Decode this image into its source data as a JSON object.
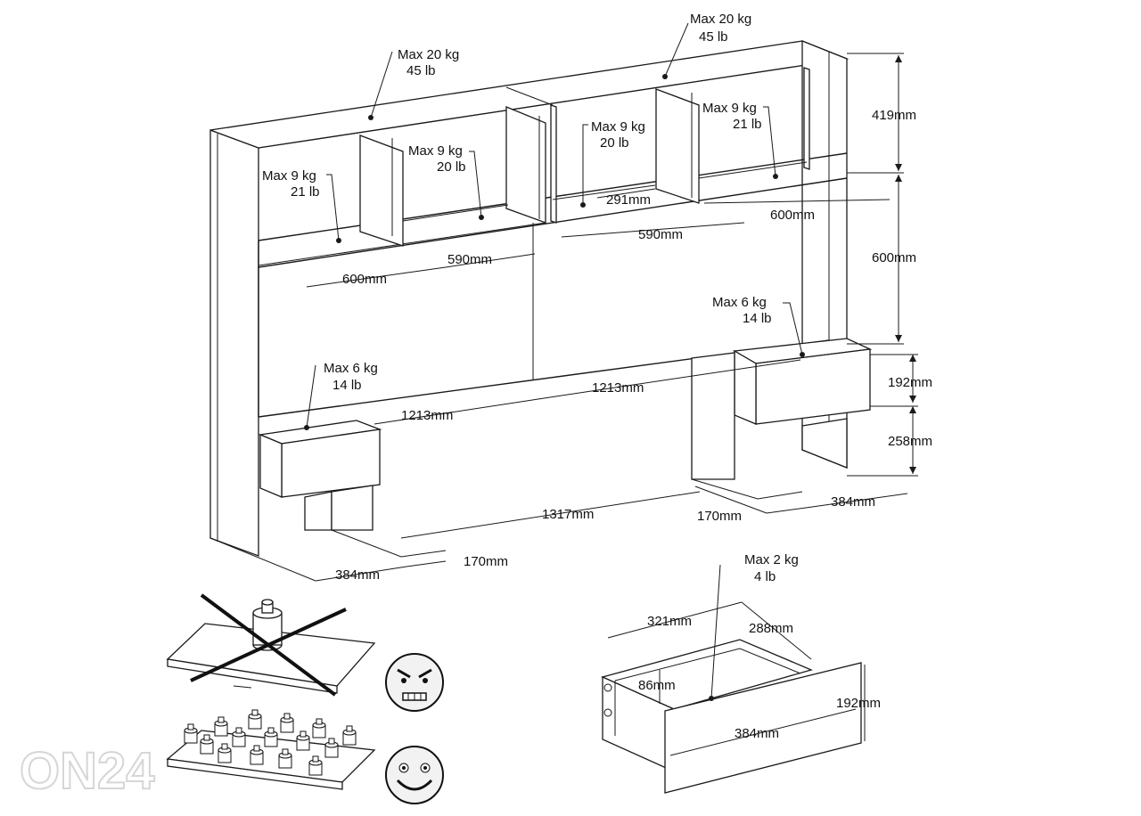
{
  "loads": {
    "top_left_shelf": [
      "Max 20 kg",
      "45 lb"
    ],
    "top_right_shelf": [
      "Max 20 kg",
      "45 lb"
    ],
    "cubby_1": [
      "Max 9 kg",
      "21 lb"
    ],
    "cubby_2": [
      "Max 9 kg",
      "20 lb"
    ],
    "cubby_3": [
      "Max 9 kg",
      "20 lb"
    ],
    "cubby_4": [
      "Max 9 kg",
      "21 lb"
    ],
    "left_drawer": [
      "Max 6 kg",
      "14 lb"
    ],
    "right_drawer": [
      "Max 6 kg",
      "14 lb"
    ],
    "drawer_detail": [
      "Max 2 kg",
      "4 lb"
    ]
  },
  "dimensions": {
    "upper_height": "419mm",
    "middle_height": "600mm",
    "cubby_depth": "291mm",
    "cubby_width_left": "600mm",
    "cubby_width_mid_left": "590mm",
    "cubby_width_mid_right": "590mm",
    "cubby_width_right": "600mm",
    "panel_width_left": "1213mm",
    "panel_width_right": "1213mm",
    "drawer_height": "192mm",
    "leg_height": "258mm",
    "inner_width": "1317mm",
    "side_depth_right": "384mm",
    "leg_depth_right": "170mm",
    "side_depth_left": "384mm",
    "leg_depth_left": "170mm",
    "drawer_inner_width": "321mm",
    "drawer_inner_depth": "288mm",
    "drawer_inner_height": "86mm",
    "drawer_front_width": "384mm",
    "drawer_front_height": "192mm"
  },
  "watermark": "ON24",
  "icons": {
    "wrong_load": "crossed-out-concentrated-load-icon",
    "angry": "angry-face-icon",
    "right_load": "distributed-load-icon",
    "happy": "happy-face-icon"
  }
}
